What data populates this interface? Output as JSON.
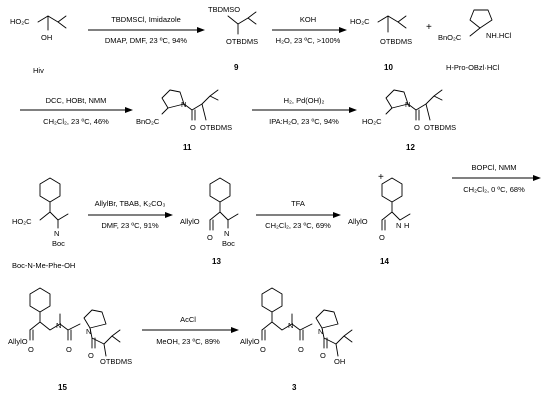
{
  "steps": [
    {
      "above": "TBDMSCl, Imidazole",
      "below": "DMAP, DMF, 23 ºC, 94%"
    },
    {
      "above": "KOH",
      "below": "H₂O, 23 ºC, >100%"
    },
    {
      "above": "DCC, HOBt, NMM",
      "below": "CH₂Cl₂, 23 ºC, 46%"
    },
    {
      "above": "H₂, Pd(OH)₂",
      "below": "IPA:H₂O, 23 ºC, 94%"
    },
    {
      "above": "BOPCl, NMM",
      "below": "CH₂Cl₂, 0 ºC, 68%"
    },
    {
      "above": "AllylBr, TBAB, K₂CO₃",
      "below": "DMF, 23 ºC, 91%"
    },
    {
      "above": "TFA",
      "below": "CH₂Cl₂, 23 ºC, 69%"
    },
    {
      "above": "AcCl",
      "below": "MeOH, 23 ºC, 89%"
    }
  ],
  "compounds": {
    "hiv": "Hiv",
    "c9": "9",
    "c10": "10",
    "c11": "11",
    "c12": "12",
    "c13": "13",
    "c14": "14",
    "c15": "15",
    "c3": "3",
    "pro": "H-Pro-OBzl·HCl",
    "boc_phe": "Boc-N-Me-Phe-OH"
  },
  "atoms": {
    "ho2c": "HO₂C",
    "oh": "OH",
    "tbdmso": "TBDMSO",
    "otbdms": "OTBDMS",
    "bno2c": "BnO₂C",
    "nh_hcl": "NH.HCl",
    "n": "N",
    "o": "O",
    "boc": "Boc",
    "allylo": "AllylO",
    "h": "H",
    "plus": "+"
  }
}
